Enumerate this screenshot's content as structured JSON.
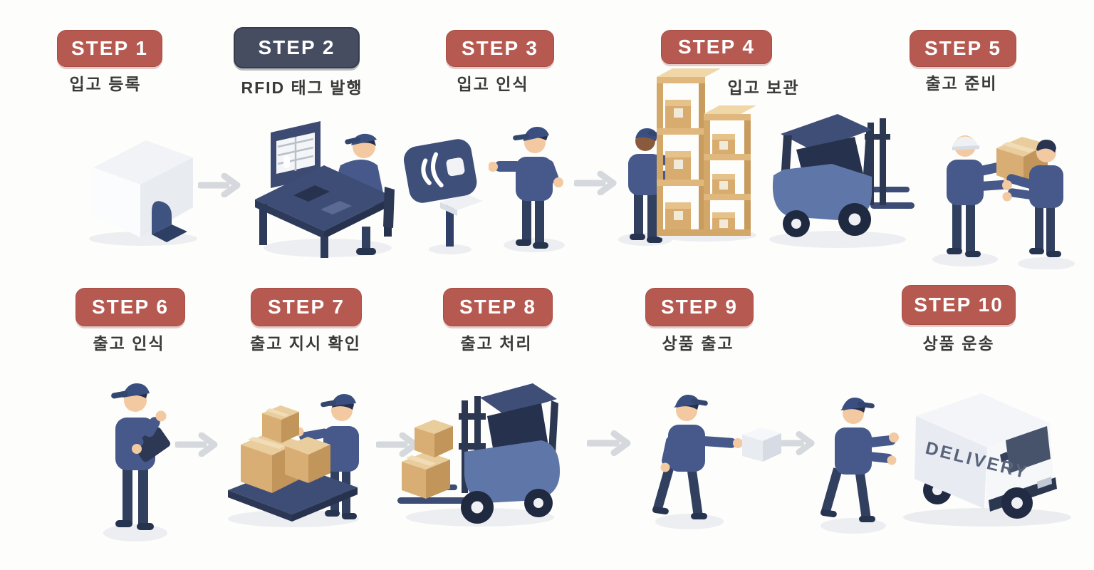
{
  "steps": [
    {
      "badge": "STEP 1",
      "label": "입고 등록",
      "badge_style": "red",
      "scene": "rfid-gate-machine"
    },
    {
      "badge": "STEP 2",
      "label": "RFID 태그 발행",
      "badge_style": "dark",
      "scene": "tag-issuing-desk"
    },
    {
      "badge": "STEP 3",
      "label": "입고 인식",
      "badge_style": "red",
      "scene": "rfid-reader-scan"
    },
    {
      "badge": "STEP 4",
      "label": "입고 보관",
      "badge_style": "red",
      "scene": "storage-rack-forklift"
    },
    {
      "badge": "STEP 5",
      "label": "출고 준비",
      "badge_style": "red",
      "scene": "box-handover"
    },
    {
      "badge": "STEP 6",
      "label": "출고 인식",
      "badge_style": "red",
      "scene": "clipboard-check"
    },
    {
      "badge": "STEP 7",
      "label": "출고 지시 확인",
      "badge_style": "red",
      "scene": "pallet-boxes"
    },
    {
      "badge": "STEP 8",
      "label": "출고 처리",
      "badge_style": "red",
      "scene": "forklift-loaded"
    },
    {
      "badge": "STEP 9",
      "label": "상품 출고",
      "badge_style": "red",
      "scene": "carry-out-box"
    },
    {
      "badge": "STEP 10",
      "label": "상품 운송",
      "badge_style": "red",
      "scene": "delivery-van"
    }
  ],
  "van": {
    "side_text": "DELIVERY"
  },
  "icons": {
    "flow_arrow": "arrow-right-icon"
  },
  "colors": {
    "badge_red": "#b65a51",
    "badge_dark": "#474d60",
    "caption_text": "#3a3a3a",
    "worker_navy": "#46598a",
    "navy_dark": "#2c3852",
    "forklift_blue": "#5f77a8",
    "cardboard": "#d9ae74",
    "crate_wood": "#e0b87e",
    "skin": "#f3c9a2",
    "arrow_gray": "#d5d8dc",
    "background": "#fdfdfb"
  }
}
